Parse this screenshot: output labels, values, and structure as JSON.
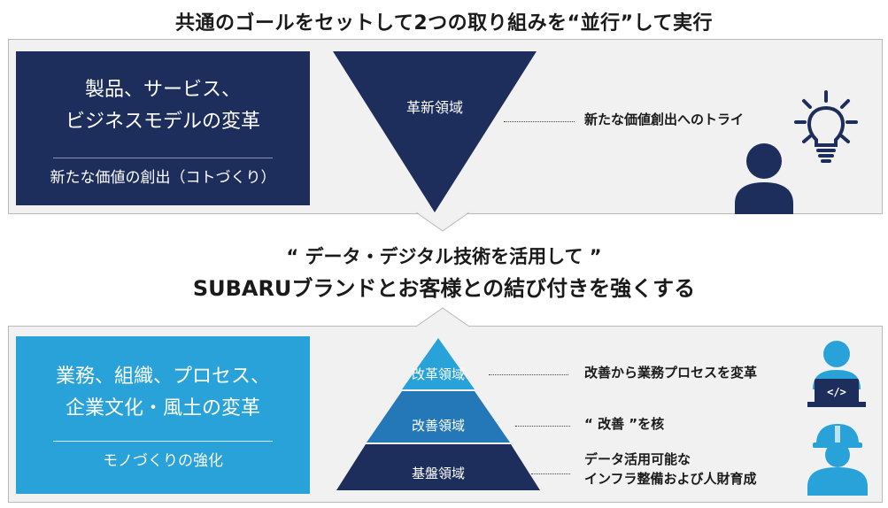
{
  "title": "共通のゴールをセットして2つの取り組みを“並行”して実行",
  "top": {
    "box_main_line1": "製品、サービス、",
    "box_main_line2": "ビジネスモデルの変革",
    "box_sub": "新たな価値の創出（コトづくり）",
    "triangle_label": "革新領域",
    "description": "新たな価値創出へのトライ",
    "icons": [
      "lightbulb-icon",
      "person-icon"
    ]
  },
  "middle": {
    "line1": "“ データ・デジタル技術を活用して ”",
    "line2": "SUBARUブランドとお客様との結び付きを強くする"
  },
  "bottom": {
    "box_main_line1": "業務、組織、プロセス、",
    "box_main_line2": "企業文化・風土の変革",
    "box_sub": "モノづくりの強化",
    "levels": [
      {
        "label": "改革領域",
        "description": "改善から業務プロセスを変革"
      },
      {
        "label": "改善領域",
        "description": "“ 改善 ”を核"
      },
      {
        "label": "基盤領域",
        "description_line1": "データ活用可能な",
        "description_line2": "インフラ整備および人財育成"
      }
    ],
    "icons": [
      "developer-icon",
      "worker-helmet-icon"
    ]
  },
  "colors": {
    "navy": "#1e2e5c",
    "blue": "#28a2d9",
    "mid_blue": "#2478b8",
    "panel": "#f1f1f1"
  }
}
